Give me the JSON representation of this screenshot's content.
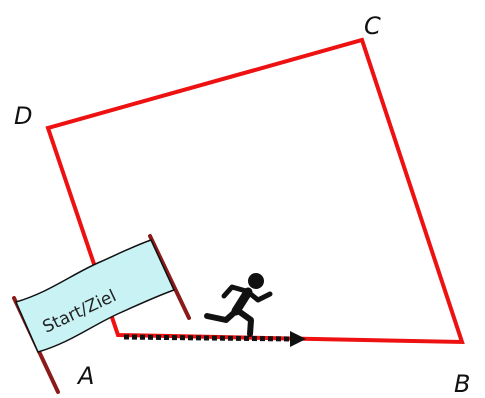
{
  "diagram": {
    "vertices": {
      "A": {
        "label": "A"
      },
      "B": {
        "label": "B"
      },
      "C": {
        "label": "C"
      },
      "D": {
        "label": "D"
      }
    },
    "banner": {
      "text": "Start/Ziel",
      "fill_color": "#c8f2f4",
      "pole_color": "#8b1a1a"
    },
    "path_color": "#ee1111",
    "dashed_arrow_color": "#111111",
    "runner_icon": "runner-icon",
    "runner_color": "#111111"
  }
}
